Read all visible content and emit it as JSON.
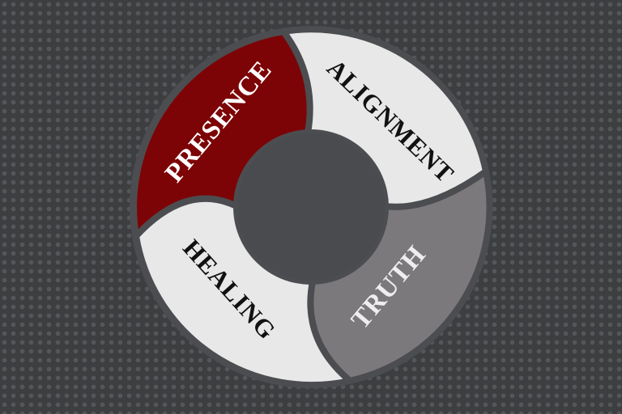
{
  "segments": [
    {
      "label": "PRESENCE",
      "fill": "#7d0406",
      "text_color": "#ffffff"
    },
    {
      "label": "ALIGNMENT",
      "fill": "#e8e8e8",
      "text_color": "#111111"
    },
    {
      "label": "TRUTH",
      "fill": "#7c797d",
      "text_color": "#eeeeee"
    },
    {
      "label": "HEALING",
      "fill": "#e8e8e8",
      "text_color": "#111111"
    }
  ],
  "colors": {
    "separator": "#4c4d50",
    "hub": "#4a4b4e"
  }
}
